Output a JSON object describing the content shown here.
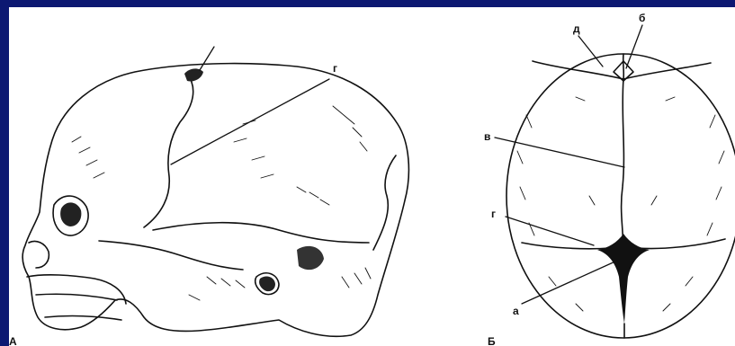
{
  "figure": {
    "panels": [
      {
        "id": "A",
        "label": "А",
        "pointers": [
          {
            "label": "г"
          }
        ]
      },
      {
        "id": "B",
        "label": "Б",
        "pointers": [
          {
            "label": "д"
          },
          {
            "label": "б"
          },
          {
            "label": "в"
          },
          {
            "label": "г"
          },
          {
            "label": "а"
          }
        ]
      }
    ]
  },
  "colors": {
    "background": "#0c1872",
    "figure_background": "#ffffff",
    "ink": "#111111"
  }
}
